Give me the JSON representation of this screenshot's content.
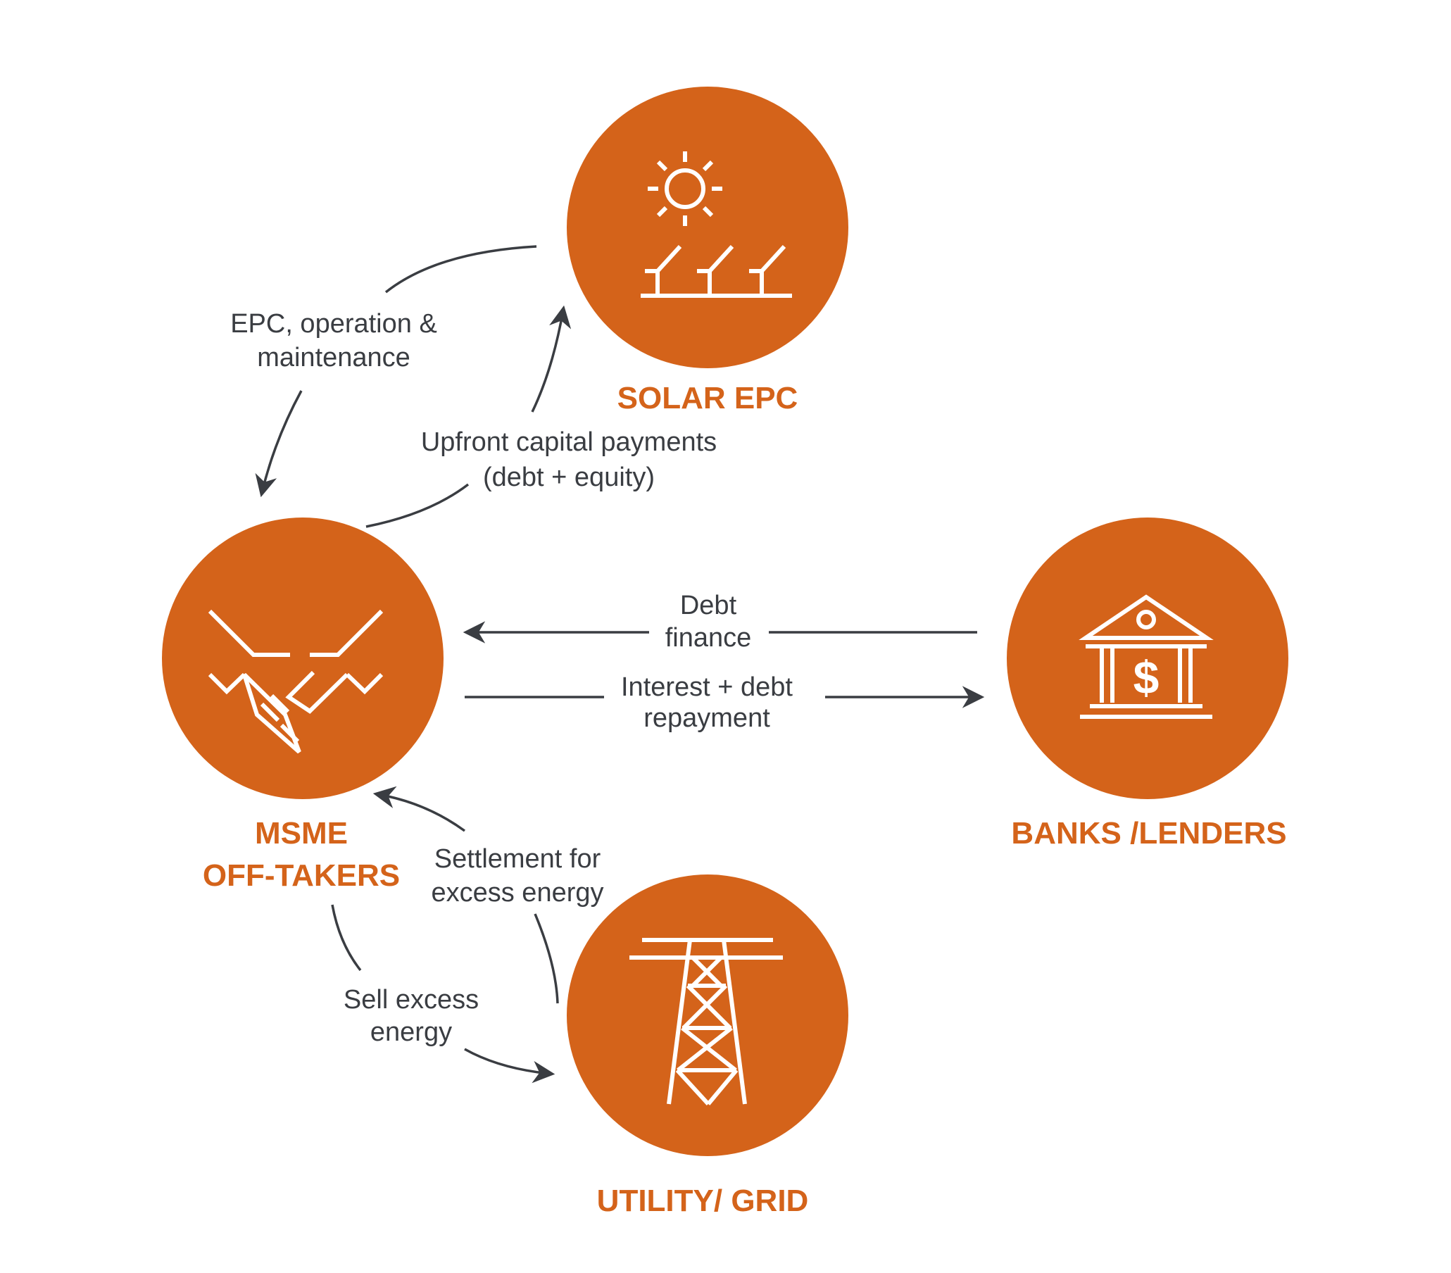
{
  "colors": {
    "accent": "#D4631A",
    "text": "#3a3d42",
    "background": "#ffffff"
  },
  "nodes": {
    "solar": {
      "label": "SOLAR EPC",
      "icon": "solar-panel-icon"
    },
    "msme": {
      "label_line1": "MSME",
      "label_line2": "OFF-TAKERS",
      "icon": "handshake-icon"
    },
    "banks": {
      "label": "BANKS /LENDERS",
      "icon": "bank-icon"
    },
    "utility": {
      "label": "UTILITY/ GRID",
      "icon": "transmission-tower-icon"
    }
  },
  "flows": {
    "epc_om": {
      "line1": "EPC, operation &",
      "line2": "maintenance"
    },
    "upfront": {
      "line1": "Upfront capital payments",
      "line2": "(debt + equity)"
    },
    "debt_finance": {
      "line1": "Debt",
      "line2": "finance"
    },
    "interest": {
      "line1": "Interest + debt",
      "line2": "repayment"
    },
    "settlement": {
      "line1": "Settlement for",
      "line2": "excess energy"
    },
    "sell_excess": {
      "line1": "Sell excess",
      "line2": "energy"
    }
  }
}
